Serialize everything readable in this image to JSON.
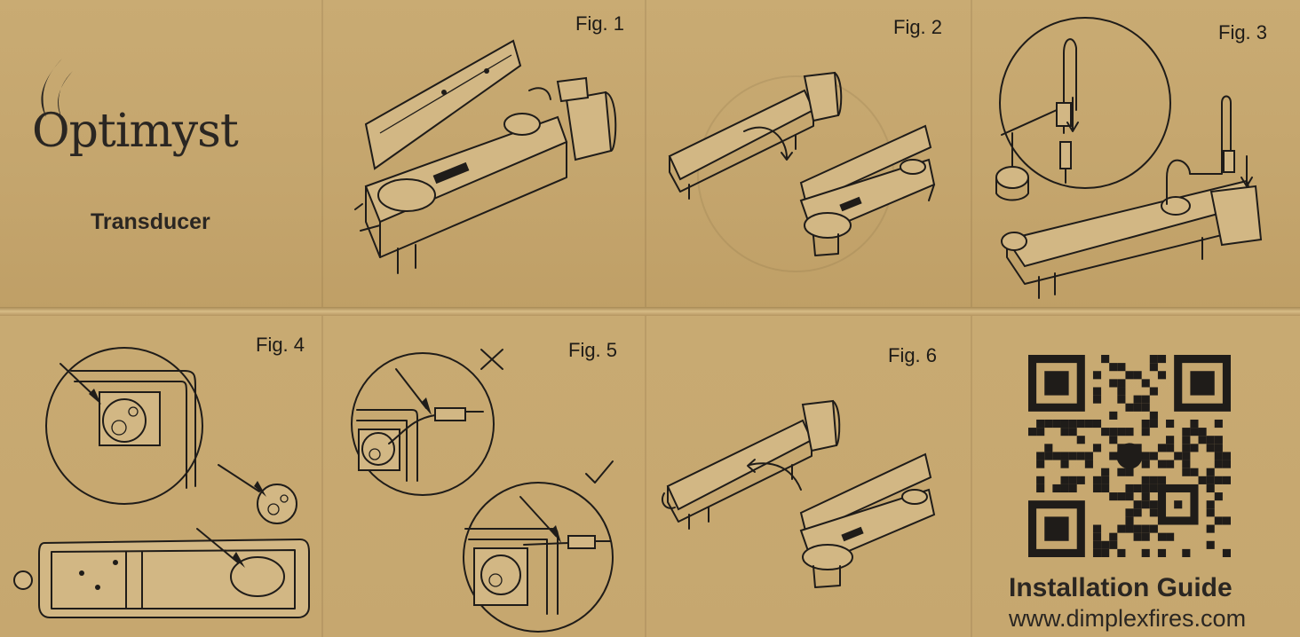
{
  "brand": {
    "name": "Optimyst",
    "product": "Transducer"
  },
  "figures": [
    {
      "id": "fig1",
      "label": "Fig. 1"
    },
    {
      "id": "fig2",
      "label": "Fig. 2"
    },
    {
      "id": "fig3",
      "label": "Fig. 3"
    },
    {
      "id": "fig4",
      "label": "Fig. 4"
    },
    {
      "id": "fig5",
      "label": "Fig. 5"
    },
    {
      "id": "fig6",
      "label": "Fig. 6"
    }
  ],
  "guide": {
    "title": "Installation Guide",
    "url": "www.dimplexfires.com"
  },
  "marks": {
    "wrong": "cross-mark-icon",
    "right": "check-mark-icon"
  },
  "colors": {
    "paper": "#c4a56d",
    "ink": "#1f1c19"
  }
}
